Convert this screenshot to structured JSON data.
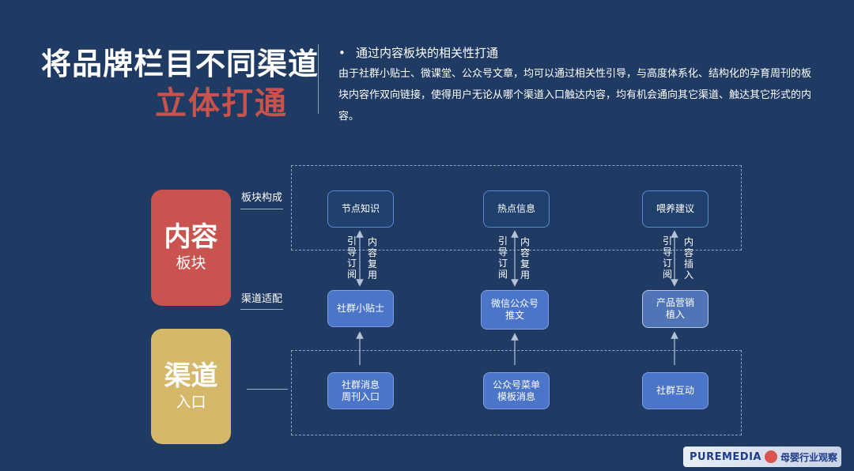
{
  "title": {
    "line1": "将品牌栏目不同渠道",
    "line2": "立体打通"
  },
  "intro": {
    "bullet_marker": "•",
    "bullet": "通过内容板块的相关性打通",
    "paragraph": "由于社群小贴士、微课堂、公众号文章，均可以通过相关性引导，与高度体系化、结构化的孕育周刊的板块内容作双向链接，使得用户无论从哪个渠道入口触达内容，均有机会通向其它渠道、触达其它形式的内容。"
  },
  "cards": {
    "content": {
      "title": "内容",
      "subtitle": "板块"
    },
    "channel": {
      "title": "渠道",
      "subtitle": "入口"
    }
  },
  "row_labels": {
    "composition": "板块构成",
    "adaptation": "渠道适配"
  },
  "columns": [
    {
      "top": "节点知识",
      "up_text": "引导订阅",
      "down_text": "内容复用",
      "middle": "社群小贴士",
      "bottom": "社群消息\n周刊入口"
    },
    {
      "top": "热点信息",
      "up_text": "引导订阅",
      "down_text": "内容复用",
      "middle": "微信公众号\n推文",
      "bottom": "公众号菜单\n模板消息"
    },
    {
      "top": "喂养建议",
      "up_text": "引导订阅",
      "down_text": "内容插入",
      "middle": "产品营销\n植入",
      "bottom": "社群互动"
    }
  ],
  "logo": {
    "brand": "PUREMEDIA",
    "cn": "母婴行业观察"
  },
  "colors": {
    "background": "#1f3a63",
    "accent_red": "#c9534e",
    "accent_gold": "#d5b86a",
    "node_blue": "#4a75c8"
  }
}
